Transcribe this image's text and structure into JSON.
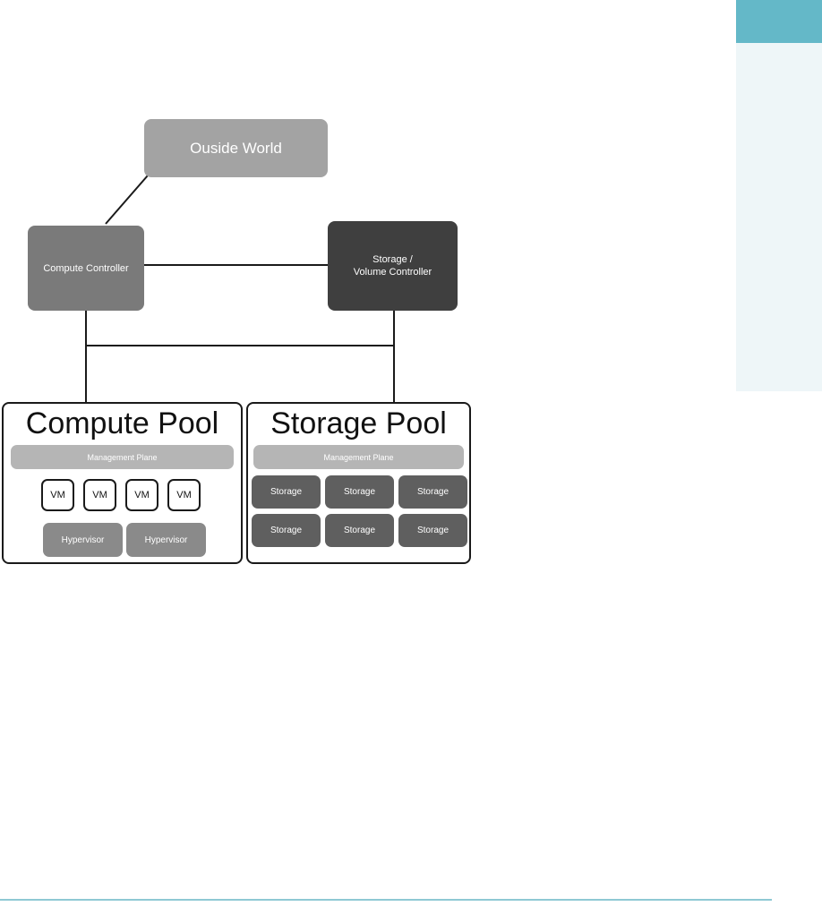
{
  "colors": {
    "side_tab": "#64b8c8",
    "side_panel": "#eef6f8",
    "footer_rule": "#8ec9d4",
    "outside_world": "#a3a3a3",
    "compute_controller": "#7a7a7a",
    "storage_controller": "#3f3f3f",
    "management_plane": "#b5b5b5",
    "hypervisor": "#8a8a8a",
    "storage_unit": "#5f5f5f",
    "line": "#1a1a1a"
  },
  "outside_world": {
    "label": "Ouside World"
  },
  "compute_controller": {
    "label": "Compute Controller"
  },
  "storage_controller": {
    "label": "Storage /\nVolume Controller"
  },
  "compute_pool": {
    "title": "Compute Pool",
    "management": "Management Plane",
    "vms": [
      "VM",
      "VM",
      "VM",
      "VM"
    ],
    "hypervisors": [
      "Hypervisor",
      "Hypervisor"
    ]
  },
  "storage_pool": {
    "title": "Storage Pool",
    "management": "Management Plane",
    "units": [
      "Storage",
      "Storage",
      "Storage",
      "Storage",
      "Storage",
      "Storage"
    ]
  }
}
